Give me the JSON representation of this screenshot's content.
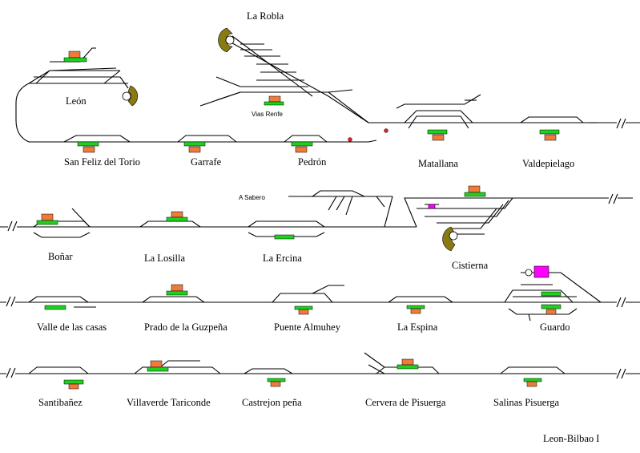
{
  "stations": {
    "la_robla": "La Robla",
    "leon": "León",
    "vias_renfe": "Vias Renfe",
    "san_feliz": "San Feliz del Torio",
    "garrafe": "Garrafe",
    "pedron": "Pedrón",
    "matallana": "Matallana",
    "valdepielago": "Valdepielago",
    "a_sabero": "A Sabero",
    "bonar": "Boñar",
    "la_losilla": "La Losilla",
    "la_ercina": "La Ercina",
    "cistierna": "Cistierna",
    "valle_casas": "Valle de las casas",
    "prado_guzpena": "Prado de la Guzpeña",
    "puente_almuhey": "Puente Almuhey",
    "la_espina": "La Espina",
    "guardo": "Guardo",
    "santibanez": "Santibañez",
    "villaverde": "Villaverde Tariconde",
    "castrejon": "Castrejon peña",
    "cervera": "Cervera de Pisuerga",
    "salinas": "Salinas Pisuerga"
  },
  "footer": "Leon-Bilbao I",
  "colors": {
    "platform": "#1fd11f",
    "building": "#f07a3a",
    "turntable": "#8a7a12",
    "signal": "#e02020",
    "special_building": "#ff00ff"
  }
}
